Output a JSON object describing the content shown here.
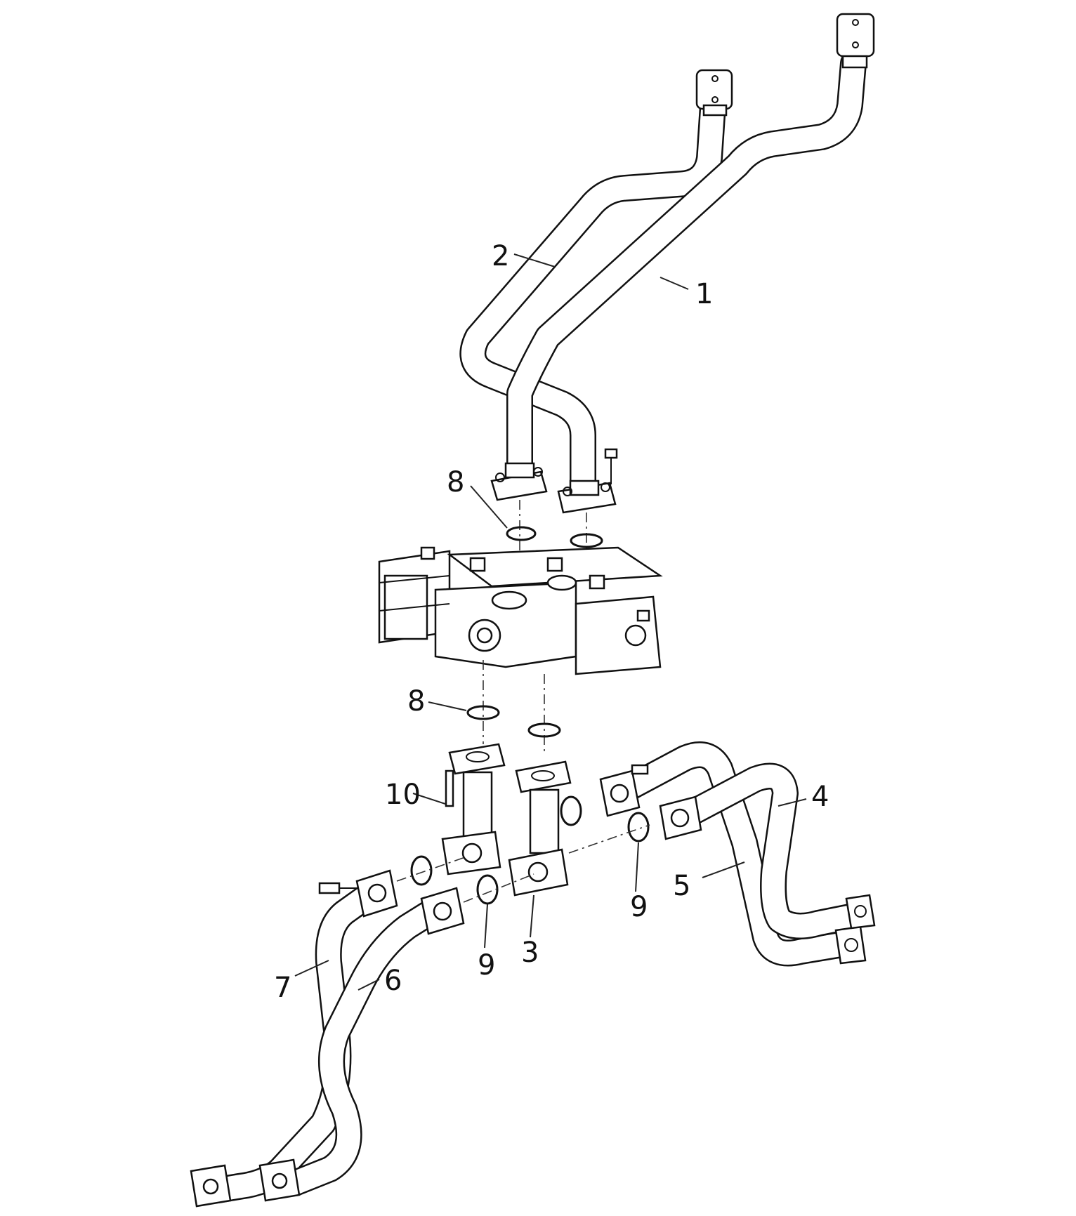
{
  "callouts": [
    {
      "id": "c1",
      "text": "1"
    },
    {
      "id": "c2",
      "text": "2"
    },
    {
      "id": "c4",
      "text": "4"
    },
    {
      "id": "c5",
      "text": "5"
    },
    {
      "id": "c6",
      "text": "6"
    },
    {
      "id": "c7",
      "text": "7"
    },
    {
      "id": "c8a",
      "text": "8"
    },
    {
      "id": "c8b",
      "text": "8"
    },
    {
      "id": "c9a",
      "text": "9"
    },
    {
      "id": "c9b",
      "text": "9"
    },
    {
      "id": "c10",
      "text": "10"
    },
    {
      "id": "c3",
      "text": "3"
    }
  ]
}
